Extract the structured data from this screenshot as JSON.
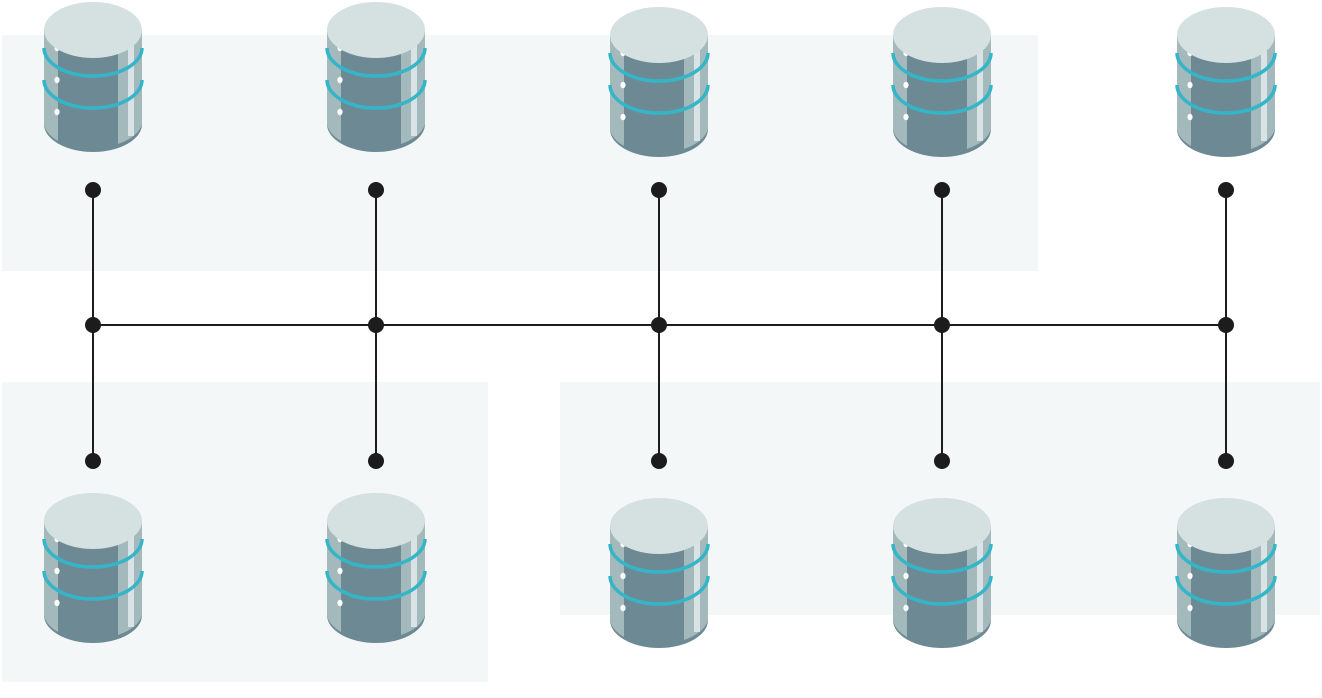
{
  "colors": {
    "background": "#ffffff",
    "zone_fill": "#f3f7f8",
    "line": "#1c1c1c",
    "node": "#1c1c1c",
    "db_top": "#d5e0e1",
    "db_body": "#6d8a94",
    "db_side_light": "#a3b9bc",
    "db_highlight": "#e6eeef",
    "db_stripe": "#35b6c8",
    "db_led": "#ffffff"
  },
  "zones": [
    {
      "id": "top-zone",
      "contains": [
        "db-1",
        "db-2",
        "db-3",
        "db-4"
      ]
    },
    {
      "id": "bottom-left-zone",
      "contains": [
        "db-6",
        "db-7"
      ]
    },
    {
      "id": "bottom-right-zone",
      "contains": [
        "db-8",
        "db-9",
        "db-10"
      ]
    }
  ],
  "databases": [
    {
      "id": "db-1",
      "row": "top",
      "column": 1,
      "icon": "database-icon"
    },
    {
      "id": "db-2",
      "row": "top",
      "column": 2,
      "icon": "database-icon"
    },
    {
      "id": "db-3",
      "row": "top",
      "column": 3,
      "icon": "database-icon"
    },
    {
      "id": "db-4",
      "row": "top",
      "column": 4,
      "icon": "database-icon"
    },
    {
      "id": "db-5",
      "row": "top",
      "column": 5,
      "icon": "database-icon"
    },
    {
      "id": "db-6",
      "row": "bottom",
      "column": 1,
      "icon": "database-icon"
    },
    {
      "id": "db-7",
      "row": "bottom",
      "column": 2,
      "icon": "database-icon"
    },
    {
      "id": "db-8",
      "row": "bottom",
      "column": 3,
      "icon": "database-icon"
    },
    {
      "id": "db-9",
      "row": "bottom",
      "column": 4,
      "icon": "database-icon"
    },
    {
      "id": "db-10",
      "row": "bottom",
      "column": 5,
      "icon": "database-icon"
    }
  ],
  "topology": "bus",
  "bus_junctions": 5
}
